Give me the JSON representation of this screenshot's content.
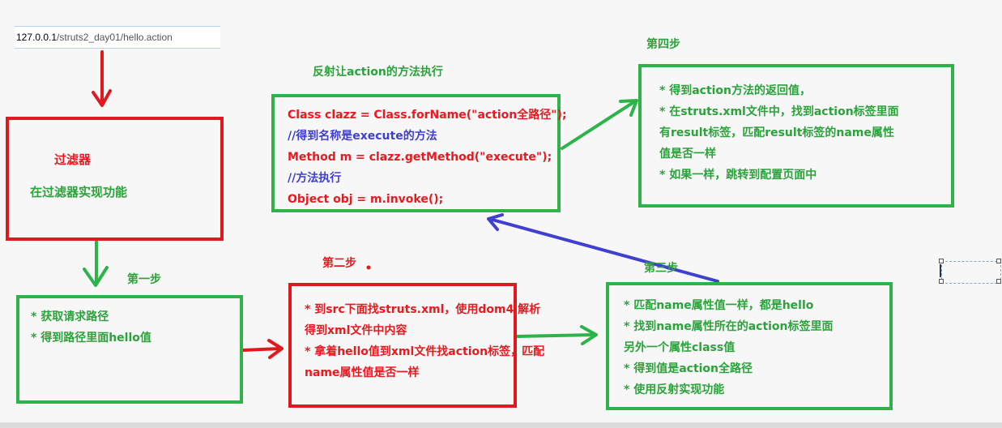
{
  "url": {
    "host": "127.0.0.1",
    "path": "/struts2_day01/hello.action"
  },
  "filter_box": {
    "title": "过滤器",
    "subtitle": "在过滤器实现功能"
  },
  "step1": {
    "label": "第一步",
    "lines": [
      "* 获取请求路径",
      "* 得到路径里面hello值"
    ]
  },
  "step2": {
    "label": "第二步",
    "lines": [
      "* 到src下面找struts.xml，使用dom4j解析",
      "得到xml文件中内容",
      "* 拿着hello值到xml文件找action标签，匹配",
      "name属性值是否一样"
    ]
  },
  "step3": {
    "label": "第三步",
    "lines": [
      "* 匹配name属性值一样，都是hello",
      "* 找到name属性所在的action标签里面",
      "另外一个属性class值",
      "* 得到值是action全路径",
      "* 使用反射实现功能"
    ]
  },
  "reflection": {
    "title": "反射让action的方法执行",
    "lines": [
      "Class clazz = Class.forName(\"action全路径\");",
      "//得到名称是execute的方法",
      "Method m = clazz.getMethod(\"execute\");",
      "//方法执行",
      "Object obj = m.invoke();"
    ]
  },
  "step4": {
    "label": "第四步",
    "lines": [
      "* 得到action方法的返回值，",
      "* 在struts.xml文件中，找到action标签里面",
      "有result标签，匹配result标签的name属性",
      "值是否一样",
      "* 如果一样，跳转到配置页面中"
    ]
  },
  "colors": {
    "red": "#e0191f",
    "green": "#2db34a",
    "blue": "#3f3fd0"
  }
}
